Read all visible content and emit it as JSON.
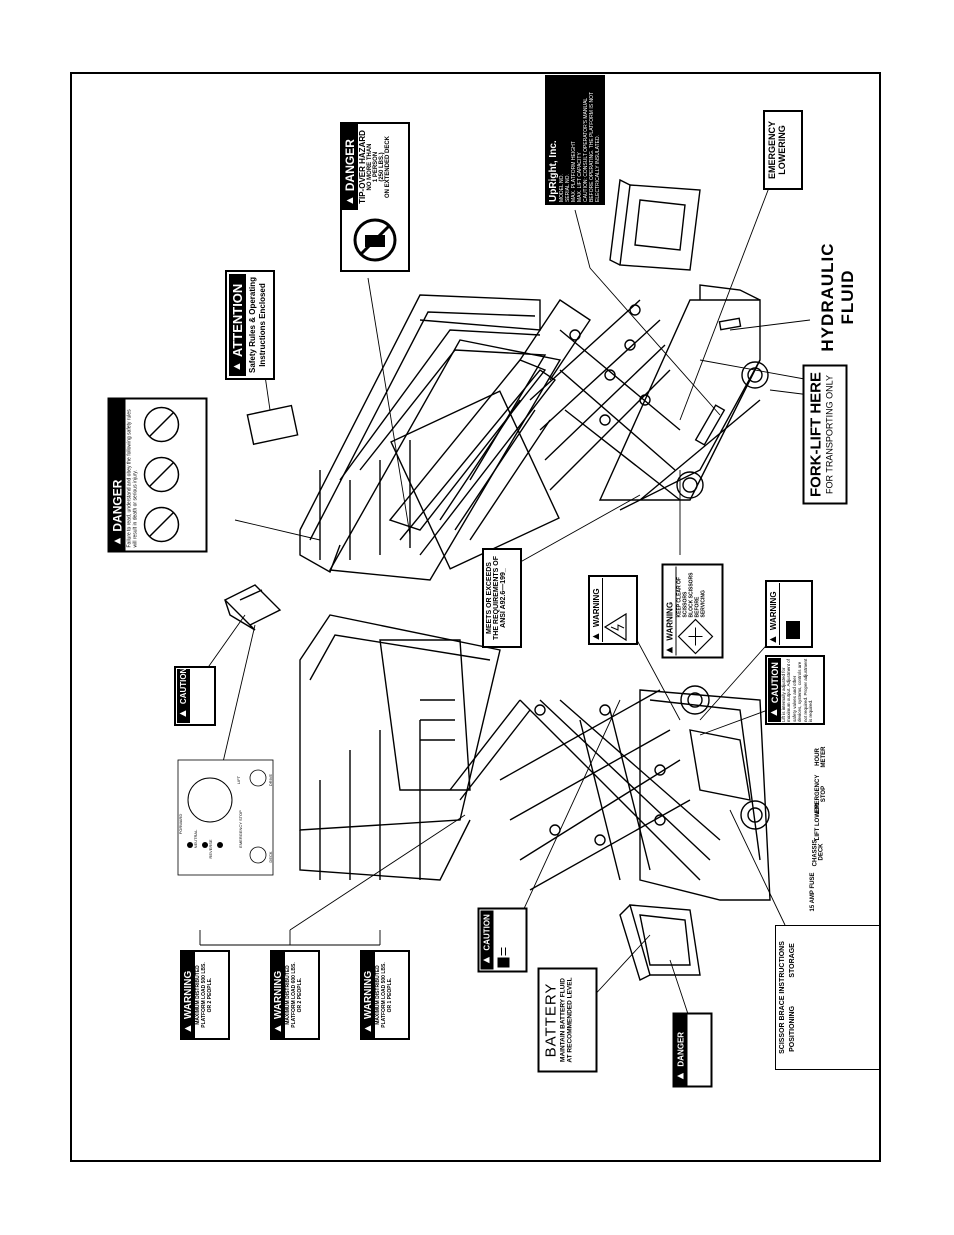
{
  "decals": {
    "attention": {
      "header": "ATTENTION",
      "body": "Safety Rules & Operating Instructions Enclosed"
    },
    "danger_fall": {
      "header": "DANGER",
      "subtitle": "Failure to read, understand and obey the following safety rules will result in death or serious injury."
    },
    "danger_tipover": {
      "header": "DANGER",
      "title": "TIP-OVER HAZARD",
      "body": [
        "NO MORE THAN",
        "1 PERSON",
        "(250 LBS.)",
        "ON EXTENDED DECK"
      ]
    },
    "serial_plate": {
      "brand": "UpRight, Inc.",
      "rows": [
        "MODEL NO.",
        "SERIAL NO.",
        "MAX. PLATFORM HEIGHT",
        "MAX. LIFT CAPACITY"
      ],
      "footer": "CAUTION: CONSULT OPERATOR'S MANUAL BEFORE OPERATING. THE PLATFORM IS NOT ELECTRICALLY INSULATED."
    },
    "emergency_lowering": {
      "title": [
        "EMERGENCY",
        "LOWERING"
      ]
    },
    "hydraulic_fluid": {
      "text": "HYDRAULIC FLUID"
    },
    "fork_lift": {
      "title": "FORK-LIFT HERE",
      "sub": "FOR TRANSPORTING ONLY"
    },
    "ansi": {
      "lines": [
        "MEETS OR EXCEEDS",
        "THE REQUIREMENTS OF",
        "ANSI A92.6—199_"
      ]
    },
    "warning_electrocution": {
      "header": "WARNING"
    },
    "warning_scissors": {
      "header": "WARNING",
      "body": [
        "KEEP CLEAR OF",
        "SCISSORS",
        "BLOCK SCISSORS",
        "BEFORE",
        "SERVICING"
      ]
    },
    "warning_battery_small": {
      "header": "WARNING"
    },
    "caution_control": {
      "header": "CAUTION"
    },
    "caution_adjust": {
      "header": "CAUTION",
      "body": "Lift is internally adjusted for maximum output. Adjustment of safety valves and other devices, systems, controls are not required. Proper adjustment is required."
    },
    "caution_pinch": {
      "header": "CAUTION"
    },
    "battery": {
      "title": "BATTERY",
      "sub": [
        "MAINTAIN BATTERY FLUID",
        "AT RECOMMENDED LEVEL"
      ]
    },
    "danger_battery": {
      "header": "DANGER"
    },
    "brace": {
      "title": "SCISSOR BRACE INSTRUCTIONS",
      "left": "POSITIONING",
      "right": "STORAGE"
    },
    "warnings_load": [
      {
        "header": "WARNING",
        "body": [
          "MAXIMUM DISTRIBUTED",
          "PLATFORM LOAD 500 LBS.",
          "OR 2 PEOPLE."
        ]
      },
      {
        "header": "WARNING",
        "body": [
          "MAXIMUM DISTRIBUTED",
          "PLATFORM LOAD 600 LBS.",
          "OR 2 PEOPLE."
        ]
      },
      {
        "header": "WARNING",
        "body": [
          "MAXIMUM DISTRIBUTED",
          "PLATFORM LOAD 500 LBS.",
          "OR 1 PEOPLE."
        ]
      }
    ],
    "chassis_labels": [
      "15 AMP FUSE",
      "CHASSIS-DECK",
      "LIFT LOWER",
      "EMERGENCY STOP",
      "HOUR METER"
    ],
    "control_panel": [
      "FORWARD",
      "NEUTRAL",
      "REVERSE",
      "EMERGENCY STOP",
      "LIFT",
      "DRIVE",
      "DECK"
    ]
  }
}
